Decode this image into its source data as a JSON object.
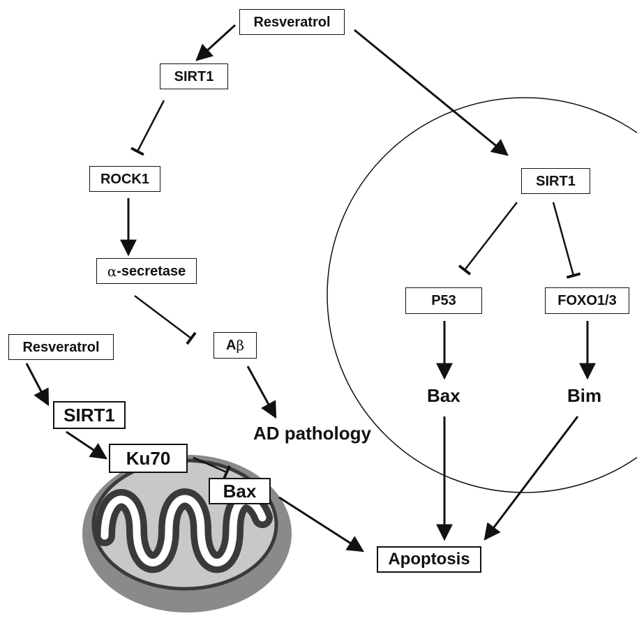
{
  "nodes": {
    "resveratrol_top": "Resveratrol",
    "sirt1_left": "SIRT1",
    "rock1": "ROCK1",
    "alpha_symbol": "α",
    "alpha_secretase_rest": "-secretase",
    "abeta_a": "A",
    "abeta_beta": "β",
    "ad_pathology": "AD pathology",
    "resveratrol_bottom": "Resveratrol",
    "sirt1_bottom": "SIRT1",
    "ku70": "Ku70",
    "bax_mito": "Bax",
    "sirt1_nucleus": "SIRT1",
    "p53": "P53",
    "foxo": "FOXO1/3",
    "bax_nucleus": "Bax",
    "bim": "Bim",
    "apoptosis": "Apoptosis"
  },
  "colors": {
    "line": "#111111",
    "mito_outer": "#8a8a8a",
    "mito_inner": "#c8c8c8",
    "mito_cristae": "#3a3a3a",
    "mito_lumen": "#ffffff"
  }
}
